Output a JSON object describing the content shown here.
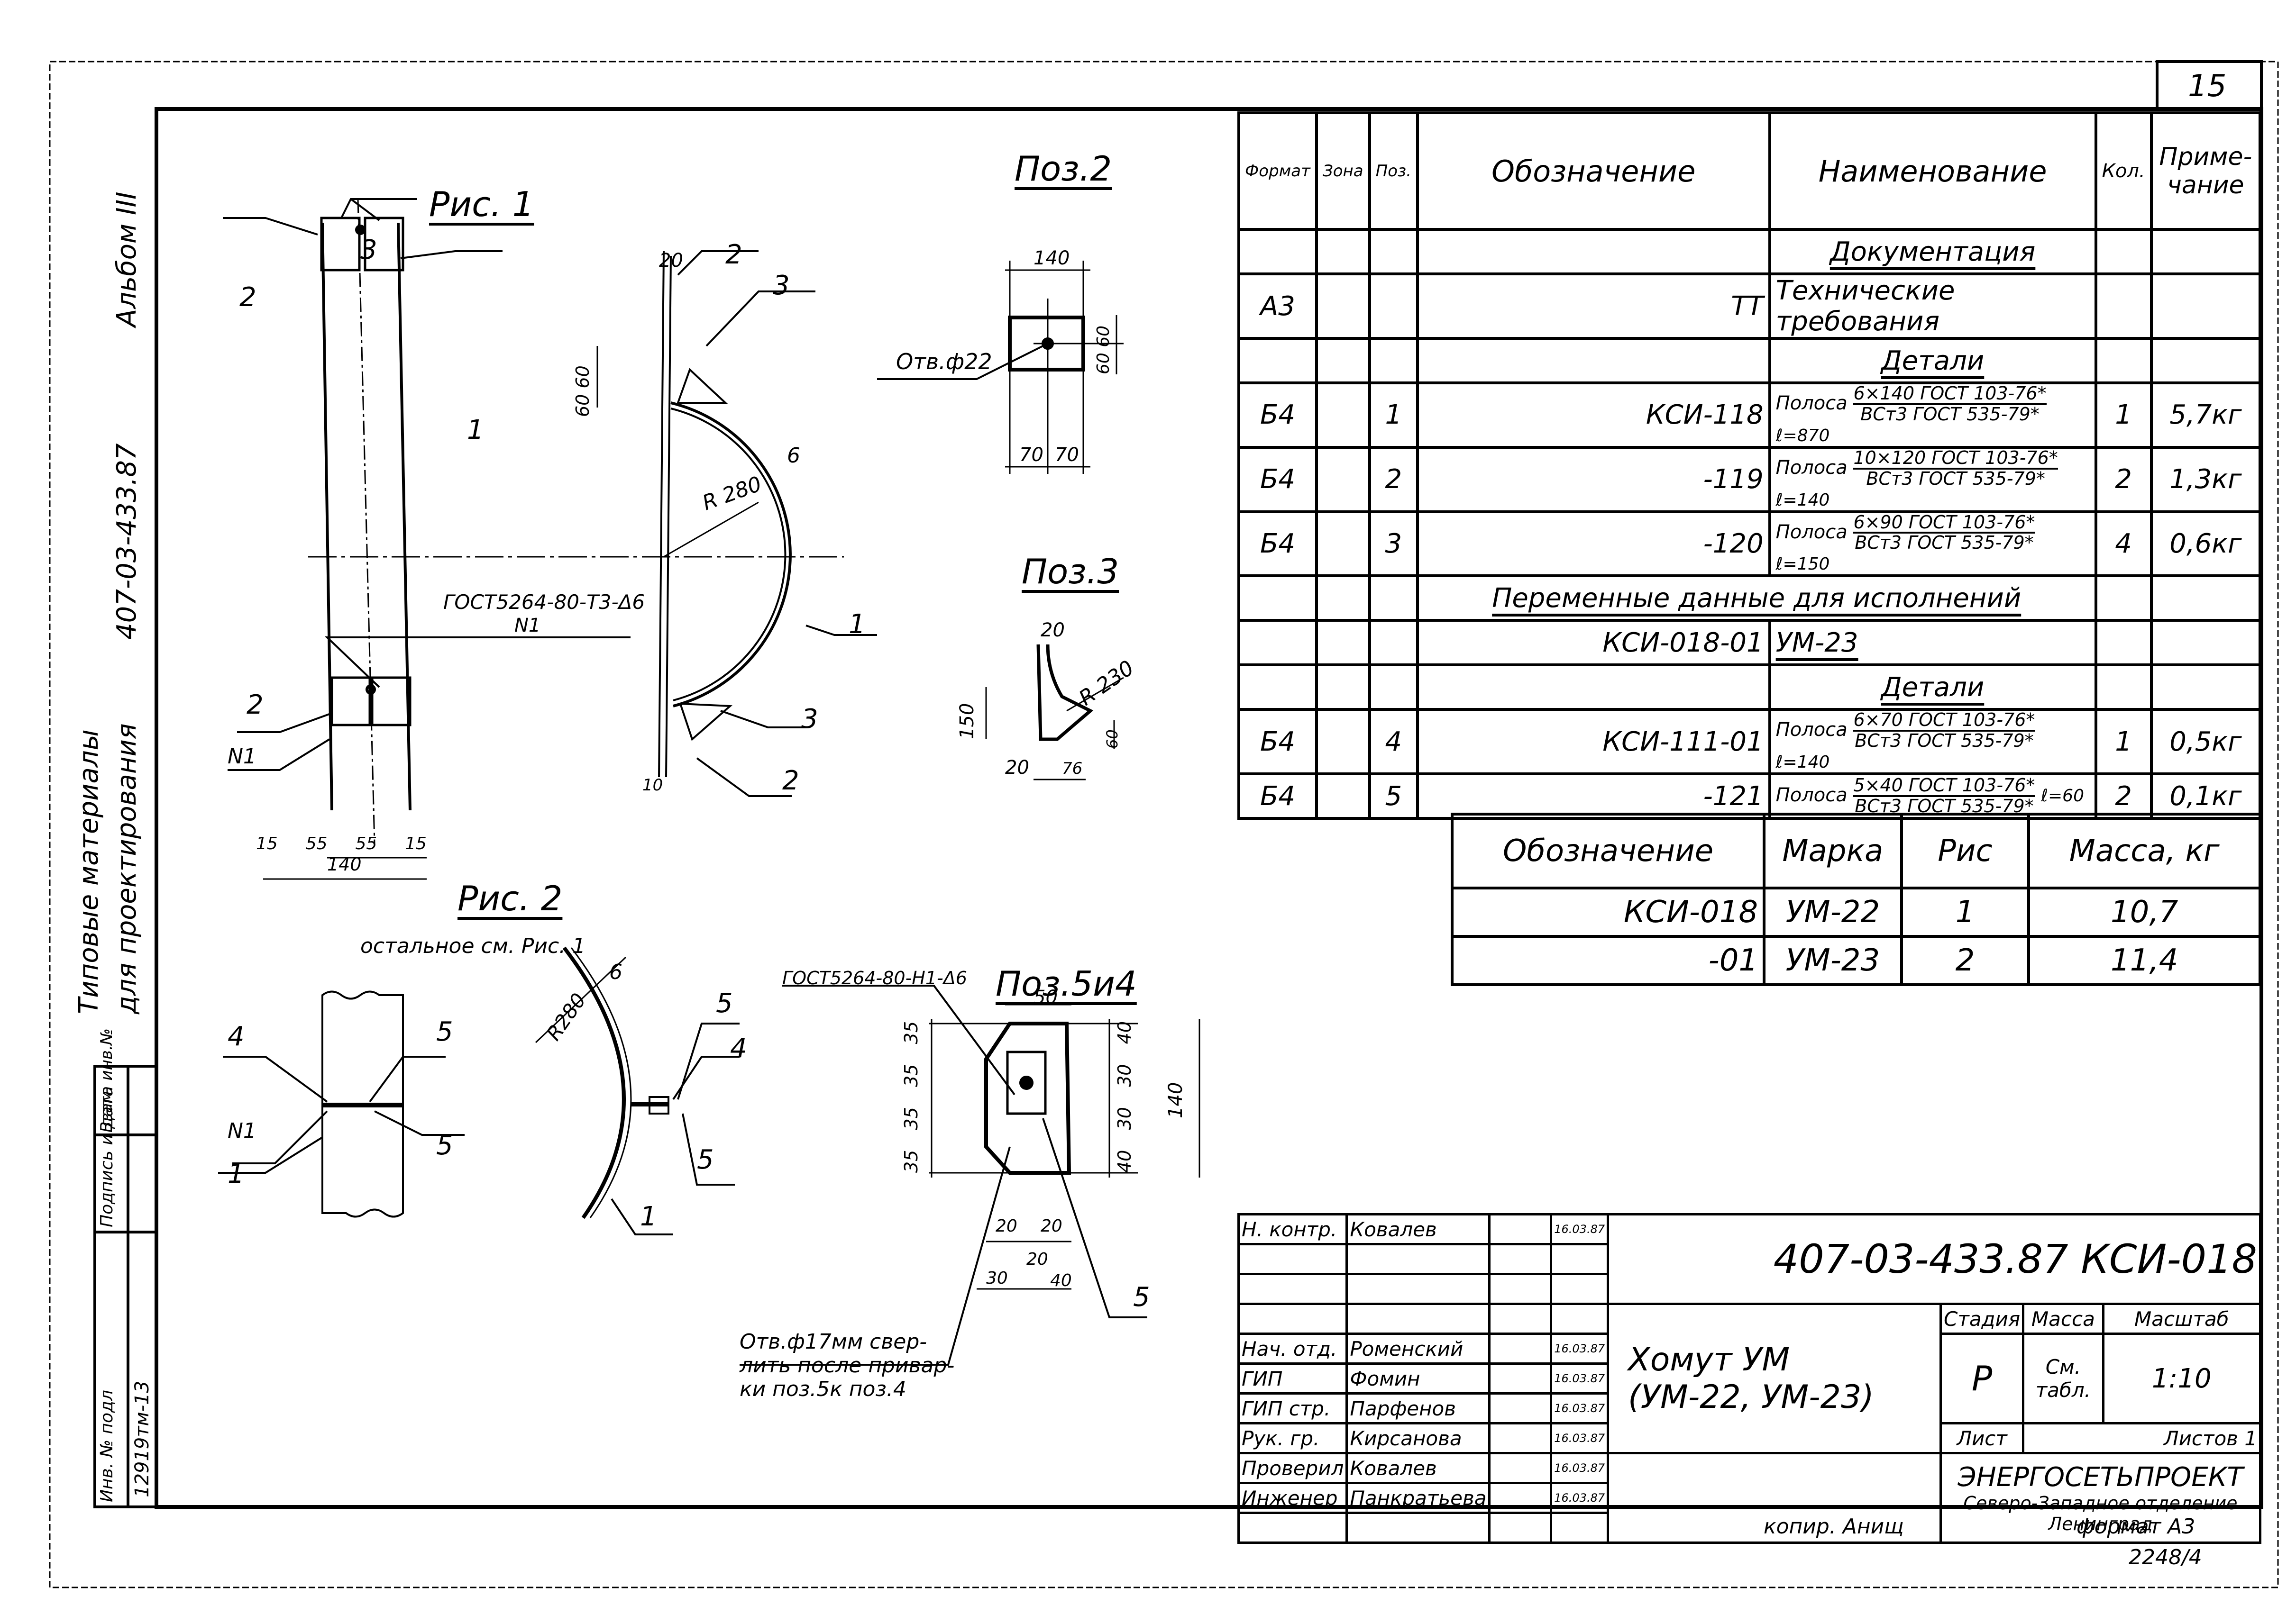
{
  "sheet": {
    "page_number": "15",
    "album": "Альбом III",
    "series": "407-03-433.87",
    "series_title_line1": "Типовые материалы",
    "series_title_line2": "для проектирования",
    "copied_by": "копир. Анищ",
    "format": "формат А3",
    "archive_number": "2248/4"
  },
  "margin_stamp": {
    "inv_no_label": "Инв. № подл",
    "signature_date_label": "Подпись и дата",
    "replace_inv_label": "Взам. инв.№",
    "inv_no_value": "12919тм-13",
    "signature_date_value": "",
    "replace_inv_value": ""
  },
  "figures": {
    "fig1": {
      "title": "Рис. 1",
      "callouts": [
        "1",
        "2",
        "2",
        "3",
        "N1"
      ],
      "weld_note_line1": "ГОСТ5264-80-Т3-Δ6",
      "weld_note_line2": "N1",
      "dims_bottom": [
        "15",
        "55",
        "55",
        "15"
      ],
      "dim_total": "140"
    },
    "fig1_side": {
      "callouts": [
        "1",
        "2",
        "2",
        "3",
        "3"
      ],
      "dim_top": "20",
      "dim_left": "60 60",
      "radius": "R 280",
      "thickness": "6",
      "dim_bottom": "10"
    },
    "fig2": {
      "title": "Рис. 2",
      "subtitle": "остальное см. Рис. 1",
      "callouts_left": [
        "4",
        "5",
        "5",
        "N1",
        "1"
      ],
      "callouts_right": [
        "5",
        "4",
        "5",
        "1"
      ],
      "radius": "R280",
      "thickness": "6"
    },
    "poz2": {
      "title": "Поз.2",
      "dim_width": "140",
      "dim_halves": [
        "70",
        "70"
      ],
      "dim_height": "60 60",
      "hole_note": "Отв.ф22"
    },
    "poz3": {
      "title": "Поз.3",
      "dim_top": "20",
      "dim_height": "150",
      "radius": "R 230",
      "dim_bottom": [
        "20",
        "76"
      ],
      "dim_right": "60"
    },
    "poz54": {
      "title": "Поз.5и4",
      "weld_note": "ГОСТ5264-80-Н1-Δ6",
      "dim_top": "50",
      "dims_left": [
        "35",
        "35",
        "35",
        "35"
      ],
      "dims_right": [
        "40",
        "30",
        "30",
        "40"
      ],
      "dim_total": "140",
      "dims_bottom_inner": [
        "20",
        "20"
      ],
      "dims_bottom_outer": [
        "30",
        "20",
        "40"
      ],
      "callout": "5",
      "hole_note_line1": "Отв.ф17мм свер-",
      "hole_note_line2": "лить после привар-",
      "hole_note_line3": "ки поз.5к поз.4"
    }
  },
  "spec_table": {
    "headers": {
      "format": "Формат",
      "zone": "Зона",
      "pos": "Поз.",
      "designation": "Обозначение",
      "name": "Наименование",
      "qty": "Кол.",
      "note": "Приме-чание"
    },
    "rows": [
      {
        "type": "section",
        "name": "Документация"
      },
      {
        "format": "А3",
        "zone": "",
        "pos": "",
        "designation": "ТТ",
        "name": "Технические требования",
        "qty": "",
        "note": ""
      },
      {
        "type": "section",
        "name": "Детали"
      },
      {
        "format": "Б4",
        "zone": "",
        "pos": "1",
        "designation": "КСИ-118",
        "name_prefix": "Полоса",
        "frac_top": "6×140 ГОСТ 103-76*",
        "frac_bottom": "ВСт3 ГОСТ 535-79*",
        "length": "ℓ=870",
        "qty": "1",
        "note": "5,7кг"
      },
      {
        "format": "Б4",
        "zone": "",
        "pos": "2",
        "designation": "-119",
        "name_prefix": "Полоса",
        "frac_top": "10×120 ГОСТ 103-76*",
        "frac_bottom": "ВСт3 ГОСТ 535-79*",
        "length": "ℓ=140",
        "qty": "2",
        "note": "1,3кг"
      },
      {
        "format": "Б4",
        "zone": "",
        "pos": "3",
        "designation": "-120",
        "name_prefix": "Полоса",
        "frac_top": "6×90 ГОСТ 103-76*",
        "frac_bottom": "ВСт3 ГОСТ 535-79*",
        "length": "ℓ=150",
        "qty": "4",
        "note": "0,6кг"
      },
      {
        "type": "wide_section",
        "name": "Переменные данные для исполнений"
      },
      {
        "type": "variant",
        "designation": "КСИ-018-01",
        "name": "УМ-23"
      },
      {
        "type": "section",
        "name": "Детали"
      },
      {
        "format": "Б4",
        "zone": "",
        "pos": "4",
        "designation": "КСИ-111-01",
        "name_prefix": "Полоса",
        "frac_top": "6×70 ГОСТ 103-76*",
        "frac_bottom": "ВСт3 ГОСТ 535-79*",
        "length": "ℓ=140",
        "qty": "1",
        "note": "0,5кг"
      },
      {
        "format": "Б4",
        "zone": "",
        "pos": "5",
        "designation": "-121",
        "name_prefix": "Полоса",
        "frac_top": "5×40 ГОСТ 103-76*",
        "frac_bottom": "ВСт3 ГОСТ 535-79*",
        "length": "ℓ=60",
        "qty": "2",
        "note": "0,1кг"
      }
    ]
  },
  "mass_table": {
    "headers": {
      "designation": "Обозначение",
      "mark": "Марка",
      "fig": "Рис",
      "mass": "Масса, кг"
    },
    "rows": [
      {
        "designation": "КСИ-018",
        "mark": "УМ-22",
        "fig": "1",
        "mass": "10,7"
      },
      {
        "designation": "-01",
        "mark": "УМ-23",
        "fig": "2",
        "mass": "11,4"
      }
    ]
  },
  "title_block": {
    "document_code": "407-03-433.87 КСИ-018",
    "title_line1": "Хомут УМ",
    "title_line2": "(УМ-22, УМ-23)",
    "stage_label": "Стадия",
    "mass_label": "Масса",
    "scale_label": "Масштаб",
    "stage_value": "Р",
    "mass_value": "См. табл.",
    "scale_value": "1:10",
    "sheet_label": "Лист",
    "sheets_label": "Листов 1",
    "organization": "ЭНЕРГОСЕТЬПРОЕКТ",
    "org_branch": "Северо-Западное отделение",
    "org_city": "Ленинград",
    "signatories": [
      {
        "role": "Н. контр.",
        "name": "Ковалев",
        "date": "16.03.87"
      },
      {
        "role": "",
        "name": "",
        "date": ""
      },
      {
        "role": "",
        "name": "",
        "date": ""
      },
      {
        "role": "",
        "name": "",
        "date": ""
      },
      {
        "role": "Нач. отд.",
        "name": "Роменский",
        "date": "16.03.87"
      },
      {
        "role": "ГИП",
        "name": "Фомин",
        "date": "16.03.87"
      },
      {
        "role": "ГИП стр.",
        "name": "Парфенов",
        "date": "16.03.87"
      },
      {
        "role": "Рук. гр.",
        "name": "Кирсанова",
        "date": "16.03.87"
      },
      {
        "role": "Проверил",
        "name": "Ковалев",
        "date": "16.03.87"
      },
      {
        "role": "Инженер",
        "name": "Панкратьева",
        "date": "16.03.87"
      },
      {
        "role": "",
        "name": "",
        "date": ""
      }
    ]
  }
}
